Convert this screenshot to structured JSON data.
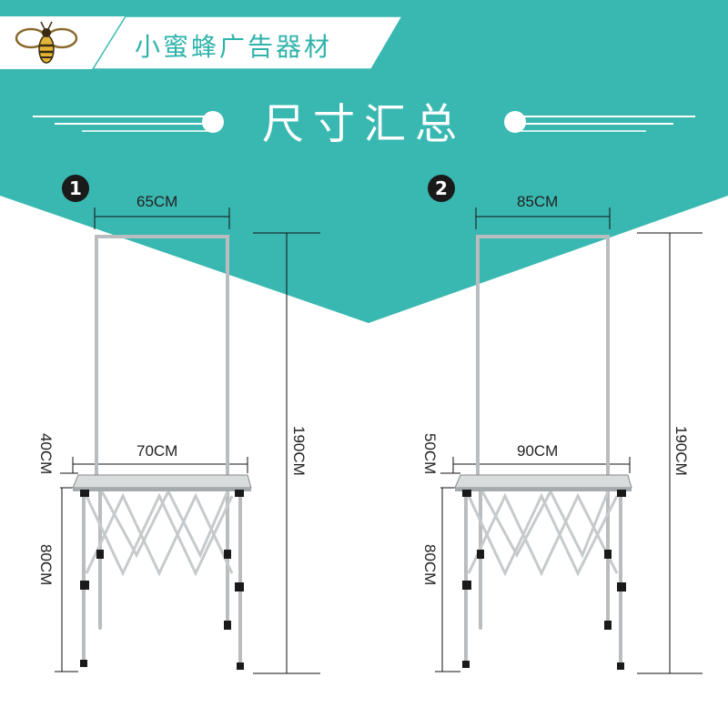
{
  "brand": {
    "name": "小蜜蜂广告器材",
    "logo_icon": "bee-icon"
  },
  "title": "尺寸汇总",
  "colors": {
    "teal": "#39b8b1",
    "text_teal": "#2fb3aa",
    "white": "#ffffff",
    "frame": "#b9bdc0"
  },
  "tables": [
    {
      "number": "1",
      "top_width": "65CM",
      "table_width": "70CM",
      "side_height": "40CM",
      "leg_height": "80CM",
      "total_height": "190CM"
    },
    {
      "number": "2",
      "top_width": "85CM",
      "table_width": "90CM",
      "side_height": "50CM",
      "leg_height": "80CM",
      "total_height": "190CM"
    }
  ]
}
